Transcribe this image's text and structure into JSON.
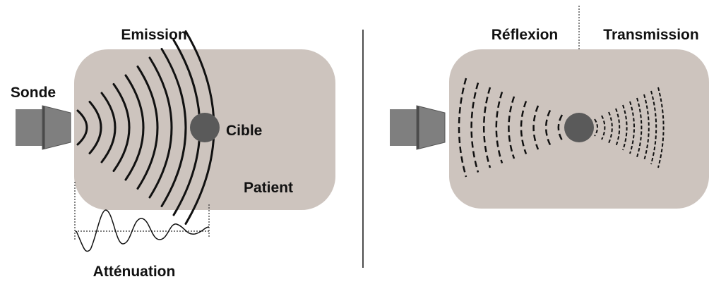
{
  "labels": {
    "emission": "Emission",
    "sonde": "Sonde",
    "cible": "Cible",
    "patient": "Patient",
    "attenuation": "Atténuation",
    "reflexion": "Réflexion",
    "transmission": "Transmission"
  },
  "colors": {
    "patient_fill": "#cdc4be",
    "probe_fill": "#7f7f7f",
    "probe_edge": "#4a4a4a",
    "target_fill": "#5a5a5a",
    "wave_stroke": "#111111",
    "divider": "#111111"
  }
}
